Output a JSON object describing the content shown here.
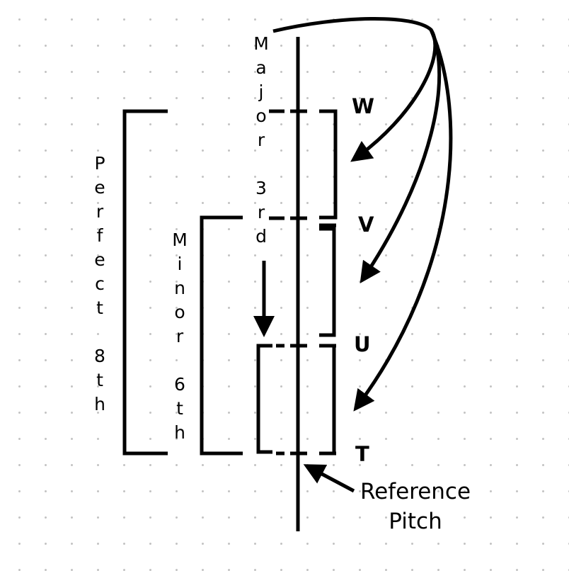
{
  "intervals": {
    "major_third": "Major 3rd",
    "minor_sixth": "Minor 6th",
    "perfect_eighth": "Perfect 8th"
  },
  "notes": {
    "w": "W",
    "v": "V",
    "u": "U",
    "t": "T"
  },
  "reference": {
    "line1": "Reference",
    "line2": "Pitch"
  }
}
